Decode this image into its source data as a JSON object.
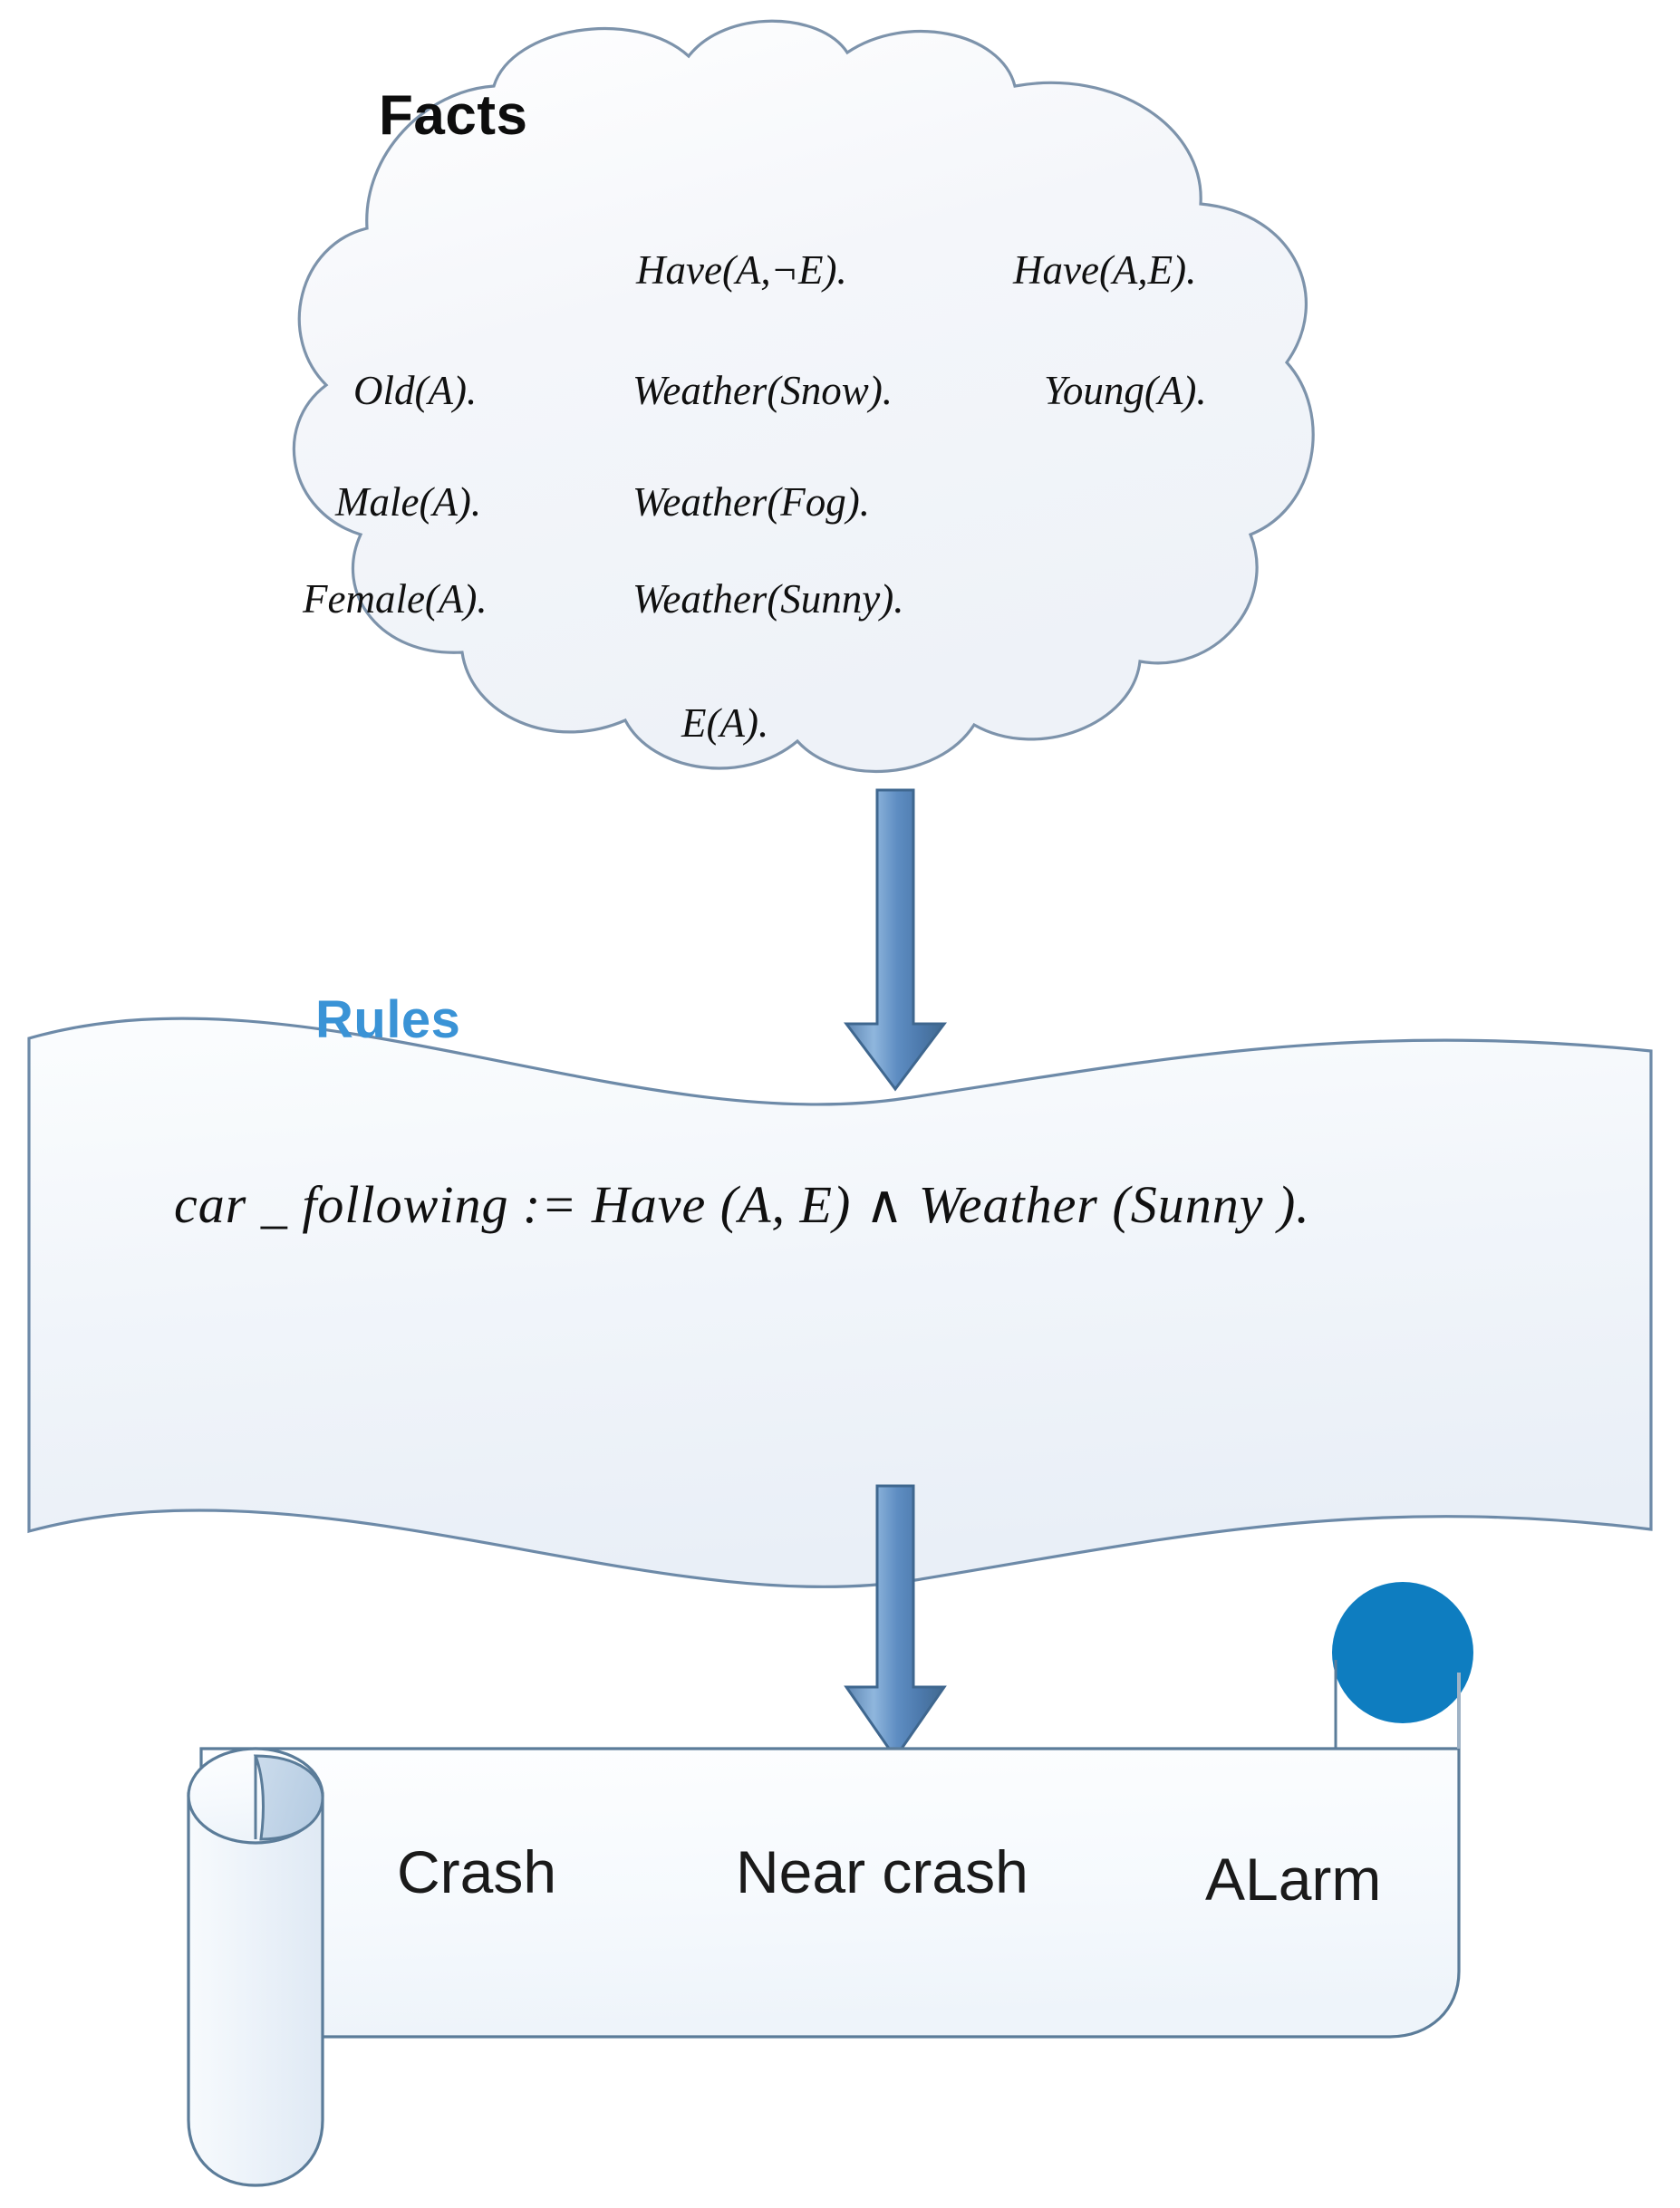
{
  "diagram": {
    "title": "Facts Rules Outcomes knowledge-base diagram",
    "colors": {
      "cloud_stroke": "#7d93ab",
      "cloud_fill": "#f2f5fa",
      "ribbon_stroke": "#6d8aa8",
      "ribbon_fill": "#f3f7fb",
      "scroll_stroke": "#5b7c99",
      "scroll_fill": "#f4f8fc",
      "arrow_fill": "#5d8ec4",
      "arrow_stroke": "#3f678f",
      "accent_circle": "#0e7dc0",
      "rules_label": "#3a93d6",
      "facts_label": "#0d0d0d"
    }
  },
  "facts": {
    "heading": "Facts",
    "rows": [
      {
        "left": "",
        "middle": "Have(A,¬E).",
        "right": "Have(A,E)."
      },
      {
        "left": "Old(A).",
        "middle": "Weather(Snow).",
        "right": "Young(A)."
      },
      {
        "left": "Male(A).",
        "middle": "Weather(Fog).",
        "right": ""
      },
      {
        "left": "Female(A).",
        "middle": "Weather(Sunny).",
        "right": ""
      }
    ],
    "bottom_item": "E(A)."
  },
  "rules": {
    "heading": "Rules",
    "statement": "car _ following  := Have (A, E) ∧ Weather (Sunny )."
  },
  "outcomes": {
    "items": [
      {
        "label": "Crash"
      },
      {
        "label": "Near crash"
      },
      {
        "label": "ALarm"
      }
    ]
  },
  "arrows": [
    {
      "name": "facts-to-rules",
      "direction": "down"
    },
    {
      "name": "rules-to-outcomes",
      "direction": "down"
    }
  ]
}
